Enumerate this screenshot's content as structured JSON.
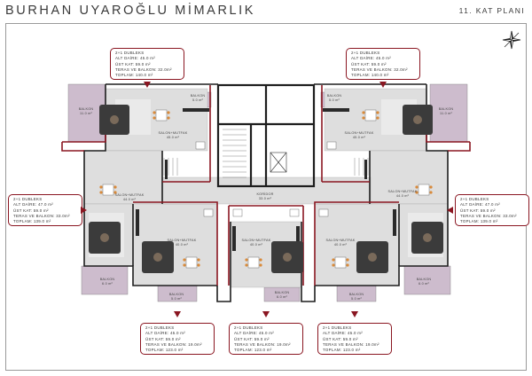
{
  "header": {
    "title": "BURHAN UYAROĞLU MİMARLIK",
    "subtitle": "11. KAT PLANI"
  },
  "units": [
    {
      "id": "top-left",
      "type": "2+1 DUBLEKS",
      "lower": "ALT DAİRE: 45.0 m²",
      "upper": "ÜST KAT: 59.0 m²",
      "terrace": "TERAS VE BALKON: 32.0m²",
      "total": "TOPLAM: 140.0 m²"
    },
    {
      "id": "top-right",
      "type": "2+1 DUBLEKS",
      "lower": "ALT DAİRE: 45.0 m²",
      "upper": "ÜST KAT: 59.0 m²",
      "terrace": "TERAS VE BALKON: 32.0m²",
      "total": "TOPLAM: 140.0 m²"
    },
    {
      "id": "mid-left",
      "type": "2+1 DUBLEKS",
      "lower": "ALT DAİRE: 47.0 m²",
      "upper": "ÜST KAT: 59.0 m²",
      "terrace": "TERAS VE BALKON: 33.0m²",
      "total": "TOPLAM: 139.0 m²"
    },
    {
      "id": "mid-right",
      "type": "2+1 DUBLEKS",
      "lower": "ALT DAİRE: 47.0 m²",
      "upper": "ÜST KAT: 59.0 m²",
      "terrace": "TERAS VE BALKON: 33.0m²",
      "total": "TOPLAM: 139.0 m²"
    },
    {
      "id": "bottom-left",
      "type": "2+1 DUBLEKS",
      "lower": "ALT DAİRE: 45.0 m²",
      "upper": "ÜST KAT: 59.0 m²",
      "terrace": "TERAS VE BALKON: 19.0m²",
      "total": "TOPLAM: 123.0 m²"
    },
    {
      "id": "bottom-center",
      "type": "2+1 DUBLEKS",
      "lower": "ALT DAİRE: 45.0 m²",
      "upper": "ÜST KAT: 59.0 m²",
      "terrace": "TERAS VE BALKON: 19.0m²",
      "total": "TOPLAM: 123.0 m²"
    },
    {
      "id": "bottom-right",
      "type": "2+1 DUBLEKS",
      "lower": "ALT DAİRE: 45.0 m²",
      "upper": "ÜST KAT: 59.0 m²",
      "terrace": "TERAS VE BALKON: 19.0m²",
      "total": "TOPLAM: 123.0 m²"
    }
  ],
  "rooms": {
    "balkon_tl": {
      "name": "BALKON",
      "area": "11.0 m²"
    },
    "balkon_tl2": {
      "name": "BALKON",
      "area": "5.0 m²"
    },
    "salon_tl": {
      "name": "SALON+MUTFAK",
      "area": "45.0 m²"
    },
    "balkon_tr": {
      "name": "BALKON",
      "area": "11.0 m²"
    },
    "balkon_tr2": {
      "name": "BALKON",
      "area": "5.0 m²"
    },
    "salon_tr": {
      "name": "SALON+MUTFAK",
      "area": "45.0 m²"
    },
    "salon_ml": {
      "name": "SALON+MUTFAK",
      "area": "44.0 m²"
    },
    "salon_mr": {
      "name": "SALON+MUTFAK",
      "area": "44.0 m²"
    },
    "balkon_ml": {
      "name": "BALKON",
      "area": "6.0 m²"
    },
    "balkon_mr": {
      "name": "BALKON",
      "area": "6.0 m²"
    },
    "koridor": {
      "name": "KORİDOR",
      "area": "33.0 m²"
    },
    "salon_bl": {
      "name": "SALON+MUTFAK",
      "area": "40.0 m²"
    },
    "salon_bc": {
      "name": "SALON+MUTFAK",
      "area": "40.0 m²"
    },
    "salon_br": {
      "name": "SALON+MUTFAK",
      "area": "40.0 m²"
    },
    "balkon_bl": {
      "name": "BALKON",
      "area": "5.0 m²"
    },
    "balkon_bc": {
      "name": "BALKON",
      "area": "6.0 m²"
    },
    "balkon_br": {
      "name": "BALKON",
      "area": "5.0 m²"
    }
  },
  "colors": {
    "accent": "#8a1621",
    "wall": "#1e1e1e",
    "balcony": "#cdbccd",
    "floor": "#dcdcdc"
  }
}
